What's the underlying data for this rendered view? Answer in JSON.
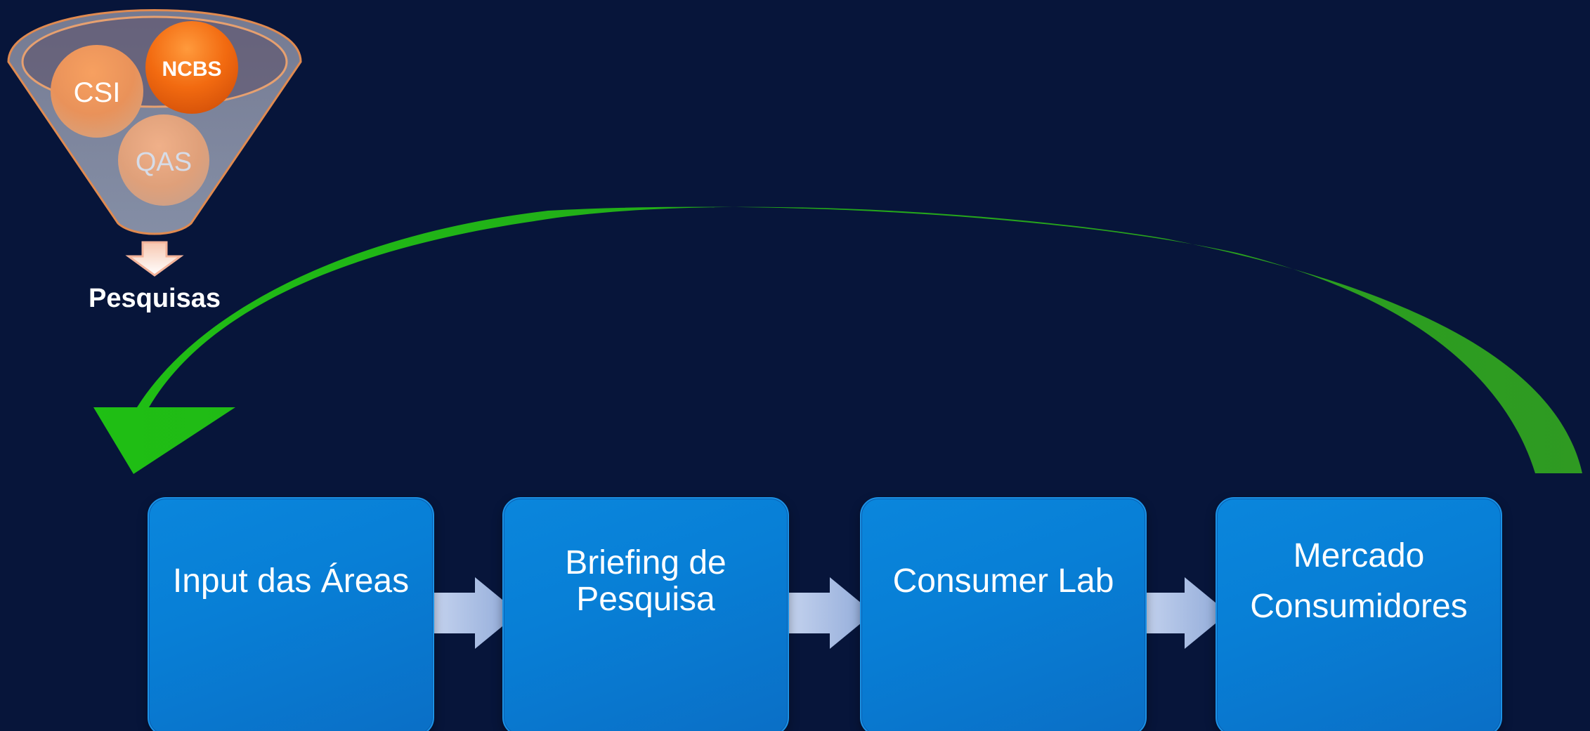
{
  "funnel": {
    "caption": "Pesquisas",
    "items": [
      {
        "label": "CSI"
      },
      {
        "label": "NCBS"
      },
      {
        "label": "QAS"
      }
    ]
  },
  "flow": {
    "steps": [
      {
        "label": "Input das Áreas"
      },
      {
        "label": "Briefing de Pesquisa"
      },
      {
        "label": "Consumer Lab"
      },
      {
        "label": "Mercado Consumidores"
      }
    ]
  },
  "colors": {
    "background": "#07153a",
    "step_box": "#0a86dc",
    "feedback_arrow": "#2fae1e",
    "funnel_ball": "#f26a10",
    "funnel_outline": "#e08a50",
    "connector_arrow": "#9fb7e0"
  }
}
